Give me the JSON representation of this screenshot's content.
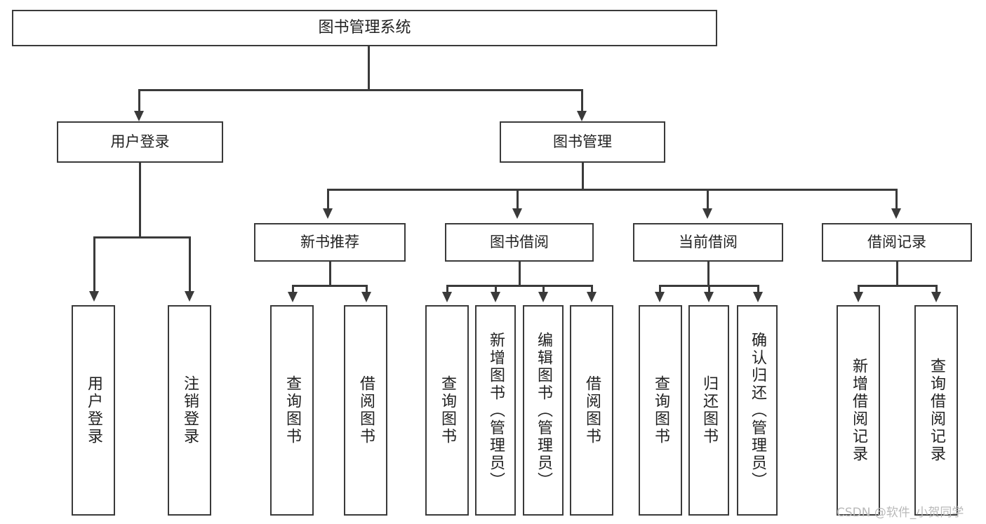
{
  "diagram": {
    "title": "图书管理系统",
    "type": "功能结构图",
    "root": {
      "label": "图书管理系统"
    },
    "level2": [
      {
        "label": "用户登录"
      },
      {
        "label": "图书管理"
      }
    ],
    "level3": [
      {
        "label": "新书推荐"
      },
      {
        "label": "图书借阅"
      },
      {
        "label": "当前借阅"
      },
      {
        "label": "借阅记录"
      }
    ],
    "leaves": {
      "user_login": [
        {
          "label": "用户登录"
        },
        {
          "label": "注销登录"
        }
      ],
      "new_book_recommend": [
        {
          "label": "查询图书"
        },
        {
          "label": "借阅图书"
        }
      ],
      "book_borrow": [
        {
          "label": "查询图书"
        },
        {
          "label": "新增图书（管理员）"
        },
        {
          "label": "编辑图书（管理员）"
        },
        {
          "label": "借阅图书"
        }
      ],
      "current_borrow": [
        {
          "label": "查询图书"
        },
        {
          "label": "归还图书"
        },
        {
          "label": "确认归还（管理员）"
        }
      ],
      "borrow_record": [
        {
          "label": "新增借阅记录"
        },
        {
          "label": "查询借阅记录"
        }
      ]
    }
  },
  "watermark": {
    "text": "CSDN @软件_小贺同学"
  },
  "colors": {
    "stroke": "#3a3a3a",
    "text": "#222222",
    "background": "#ffffff",
    "watermark": "#b9b9b9"
  }
}
